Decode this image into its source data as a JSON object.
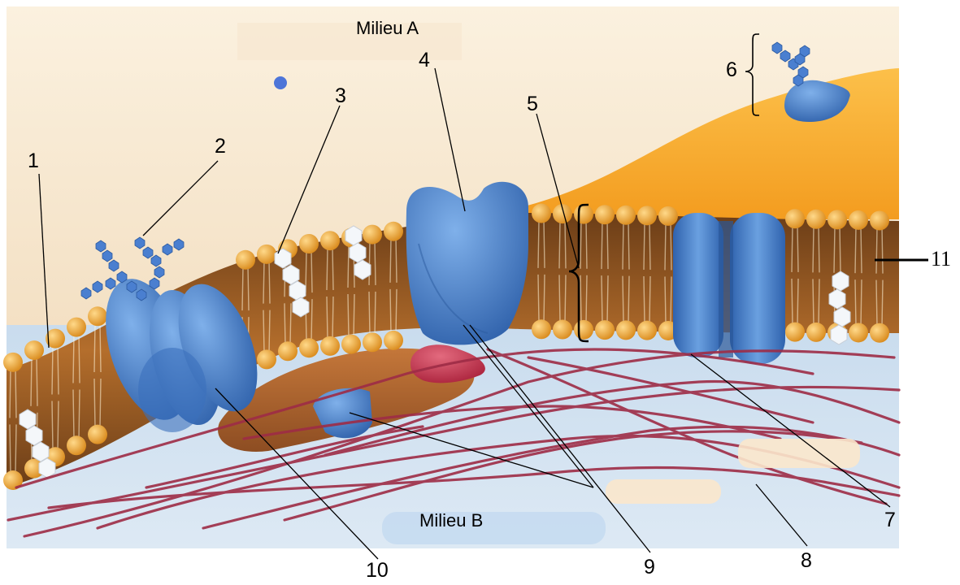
{
  "diagram": {
    "milieu_a": "Milieu A",
    "milieu_b": "Milieu B",
    "labels": [
      "1",
      "2",
      "3",
      "4",
      "5",
      "6",
      "7",
      "8",
      "9",
      "10",
      "11"
    ]
  },
  "colors": {
    "outside": "#f7e9d2",
    "inside": "#d4e6f2",
    "phospholipid_head": "#e9a33a",
    "tail": "#7a4a1f",
    "protein": "#4f86cc",
    "fibers": "#9e2c46",
    "red_protein": "#c9344d",
    "cytoplasm_bulge": "#f8b13a"
  }
}
